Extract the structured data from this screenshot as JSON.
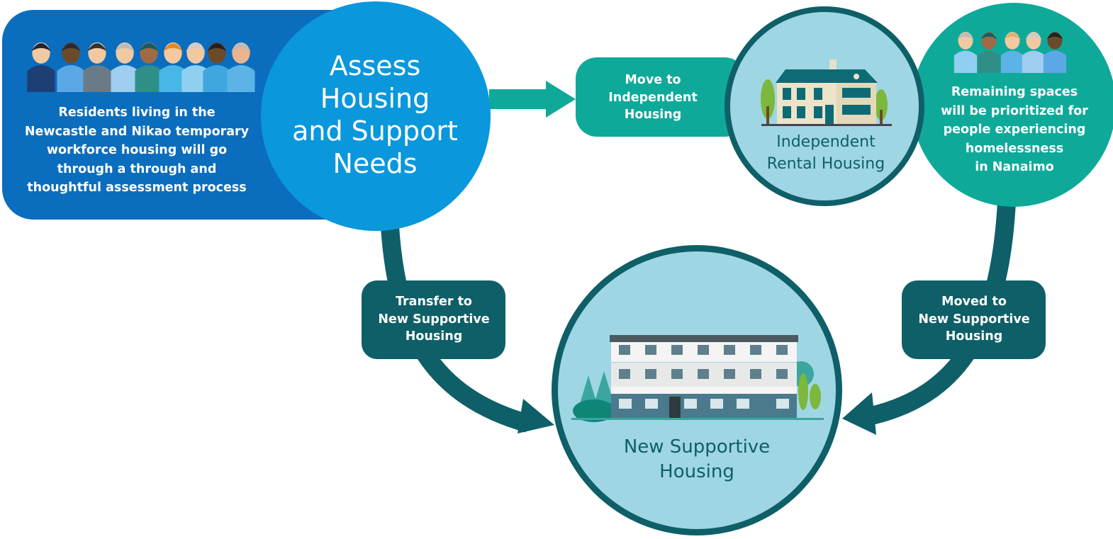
{
  "residents": {
    "text": "Residents living in the\nNewcastle and Nikao temporary\nworkforce housing will go\nthrough a through and\nthoughtful assessment process"
  },
  "assess": {
    "title": "Assess\nHousing\nand Support\nNeeds"
  },
  "move_to_independent": {
    "label": "Move to\nIndependent\nHousing"
  },
  "independent_rental": {
    "label": "Independent\nRental Housing"
  },
  "remaining": {
    "text": "Remaining spaces\nwill be prioritized for\npeople experiencing\nhomelessness\nin Nanaimo"
  },
  "transfer": {
    "label": "Transfer to\nNew Supportive\nHousing"
  },
  "moved": {
    "label": "Moved to\nNew Supportive\nHousing"
  },
  "new_supportive": {
    "label": "New Supportive\nHousing"
  },
  "colors": {
    "dark_blue": "#0b6dbd",
    "mid_blue": "#0a97dc",
    "teal": "#0fa99a",
    "dark_teal": "#0e5f68",
    "light_cyan": "#9fd6e4"
  },
  "icons": {
    "residents_group": "people-group-icon",
    "independent_house": "house-icon",
    "remaining_group": "people-group-icon",
    "supportive_building": "apartment-building-icon"
  }
}
